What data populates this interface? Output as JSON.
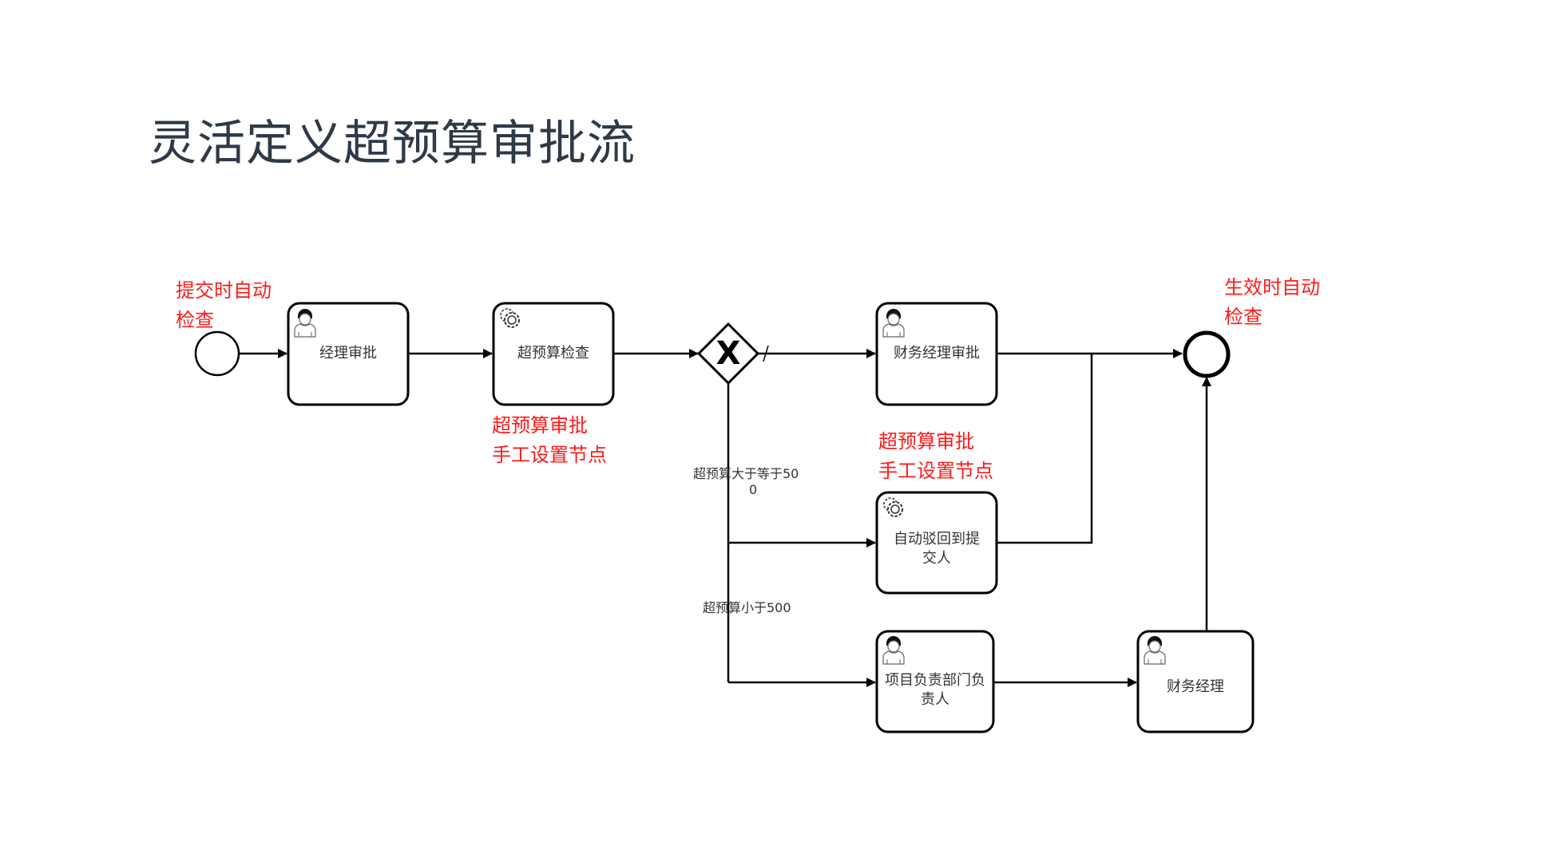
{
  "title": "灵活定义超预算审批流",
  "annotations": {
    "start": [
      "提交时自动",
      "检查"
    ],
    "end": [
      "生效时自动",
      "检查"
    ],
    "manual1": [
      "超预算审批",
      "手工设置节点"
    ],
    "manual2": [
      "超预算审批",
      "手工设置节点"
    ]
  },
  "nodes": {
    "start_event": "start-event",
    "task_manager": {
      "label": "经理审批",
      "type": "user-task"
    },
    "task_check": {
      "label": "超预算检查",
      "type": "service-task"
    },
    "gateway": {
      "label": "X",
      "type": "exclusive-gateway"
    },
    "task_finance_approve": {
      "label": "财务经理审批",
      "type": "user-task"
    },
    "task_auto_reject": {
      "label_line1": "自动驳回到提",
      "label_line2": "交人",
      "type": "service-task"
    },
    "task_project_head": {
      "label_line1": "项目负责部门负",
      "label_line2": "责人",
      "type": "user-task"
    },
    "task_finance": {
      "label": "财务经理",
      "type": "user-task"
    },
    "end_event": "end-event"
  },
  "conditions": {
    "ge500_line1": "超预算大于等于50",
    "ge500_line2": "0",
    "lt500": "超预算小于500"
  }
}
